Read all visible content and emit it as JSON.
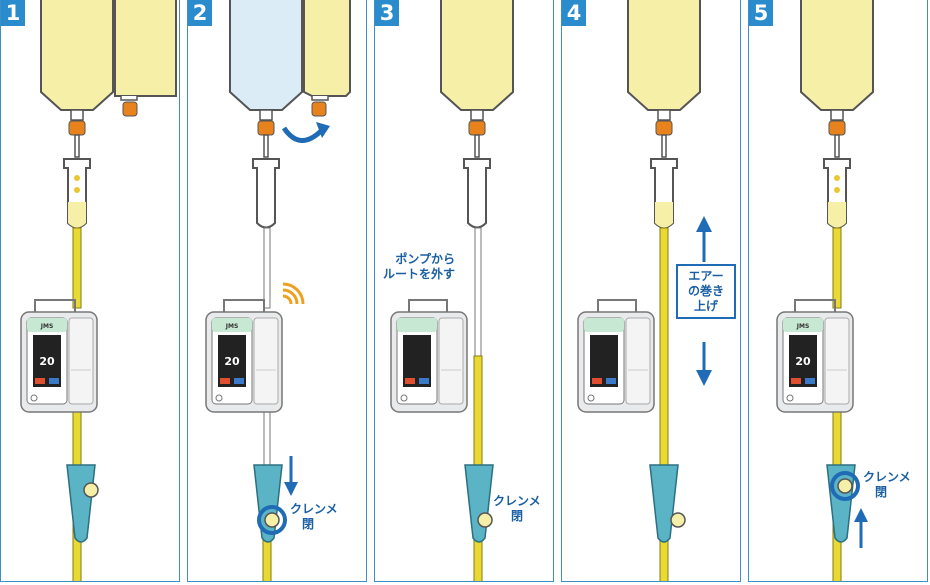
{
  "panels": [
    {
      "number": "1"
    },
    {
      "number": "2",
      "note_lines": [
        "クレンメ",
        "閉"
      ]
    },
    {
      "number": "3",
      "note_top_lines": [
        "ポンプから",
        "ルートを外す"
      ],
      "note_lines": [
        "クレンメ",
        "閉"
      ]
    },
    {
      "number": "4",
      "air_lines": [
        "エアー",
        "の巻き",
        "上げ"
      ]
    },
    {
      "number": "5",
      "note_lines": [
        "クレンメ",
        "閉"
      ]
    }
  ],
  "pump": {
    "brand": "JMS",
    "rate": "20"
  },
  "colors": {
    "fluid": "#f6efa7",
    "fluid_tube": "#e8d935",
    "bag_blue": "#dcecf7",
    "connector": "#e8821c",
    "clamp": "#5bb4c6",
    "accent": "#1f6bb5",
    "signal": "#f0a020"
  }
}
